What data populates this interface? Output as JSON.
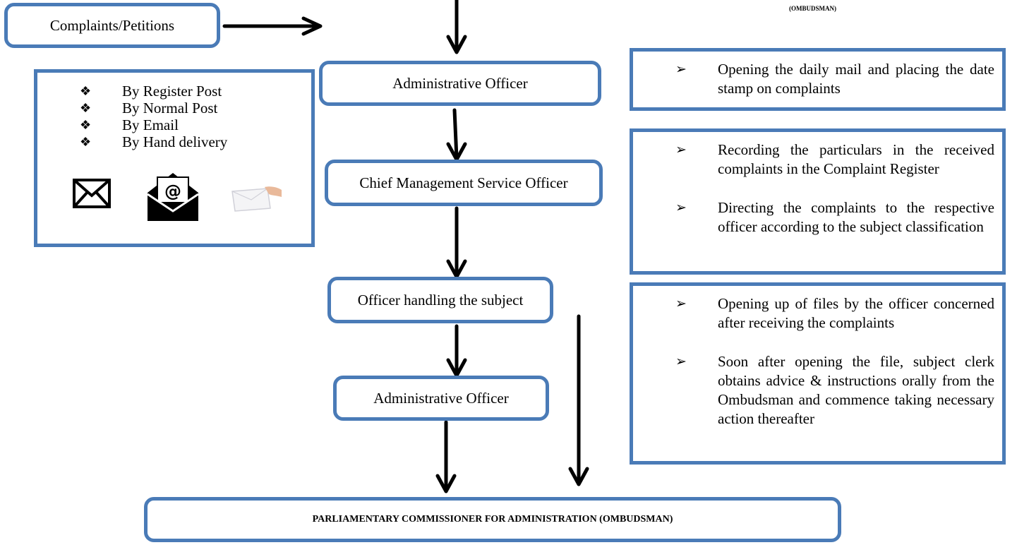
{
  "colors": {
    "box_border": "#4a7bb7",
    "arrow": "#000000"
  },
  "top_note": "(OMBUDSMAN)",
  "complaints_box": {
    "label": "Complaints/Petitions"
  },
  "methods": {
    "items": [
      "By Register Post",
      "By Normal Post",
      "By Email",
      "By Hand delivery"
    ],
    "bullet_icon": "diamond-bullet-icon",
    "icons": [
      "envelope-icon",
      "email-at-icon",
      "hand-delivery-icon"
    ]
  },
  "flow": {
    "admin_officer_1": "Administrative Officer",
    "chief_officer": "Chief Management Service Officer",
    "subject_officer": "Officer handling the subject",
    "admin_officer_2": "Administrative Officer",
    "final": "PARLIAMENTARY COMMISSIONER FOR ADMINISTRATION (OMBUDSMAN)"
  },
  "duties": {
    "box1": [
      "Opening the daily mail and placing the date stamp on complaints"
    ],
    "box2": [
      "Recording the particulars in the received complaints in the Complaint Register",
      "Directing the complaints to the respective officer according to the subject classification"
    ],
    "box3": [
      "Opening up of files by the officer concerned after receiving the complaints",
      "Soon after opening the file, subject clerk obtains advice & instructions orally from the Ombudsman and commence taking necessary action thereafter"
    ],
    "bullet_icon": "arrowhead-bullet-icon"
  }
}
